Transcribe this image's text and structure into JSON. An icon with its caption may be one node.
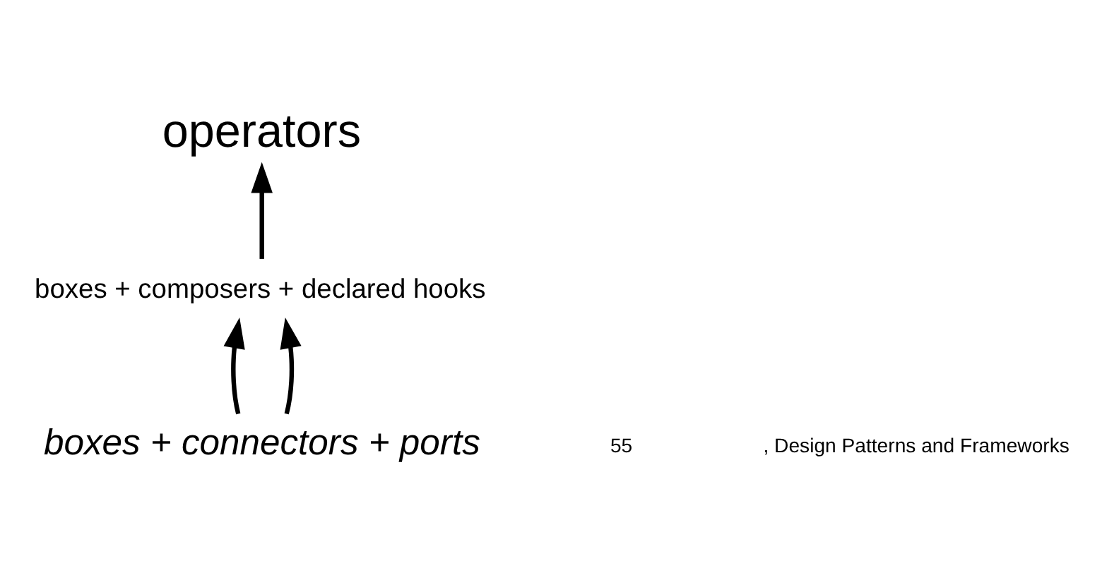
{
  "diagram": {
    "nodes": [
      {
        "text": [
          "operators"
        ]
      },
      {
        "text": [
          "boxes + composers + declared hooks"
        ]
      },
      {
        "text": [
          "boxes + connectors + ports"
        ]
      }
    ],
    "edges": [
      {
        "from": 2,
        "to": 1,
        "arrow": "to"
      },
      {
        "from": 2,
        "to": 1,
        "arrow": "to"
      },
      {
        "from": 1,
        "to": 0,
        "arrow": "to"
      }
    ],
    "labels": [
      "55",
      ", Design Patterns and Frameworks"
    ]
  }
}
